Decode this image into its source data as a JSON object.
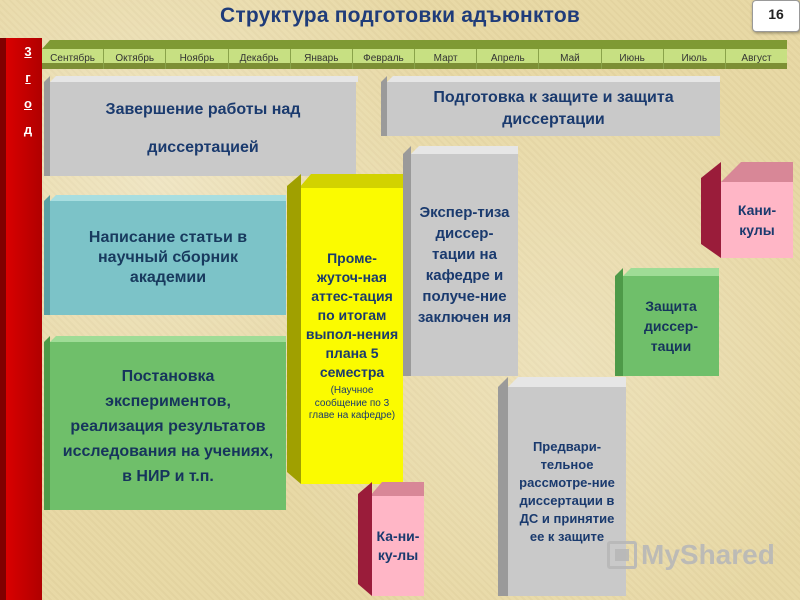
{
  "title": "Структура подготовки адъюнктов",
  "page_number": "16",
  "year_label": [
    "3",
    "г",
    "о",
    "д"
  ],
  "months": [
    "Сентябрь",
    "Октябрь",
    "Ноябрь",
    "Декабрь",
    "Январь",
    "Февраль",
    "Март",
    "Апрель",
    "Май",
    "Июнь",
    "Июль",
    "Август"
  ],
  "blocks": {
    "finish_dissertation": "Завершение работы над диссертацией",
    "defense_preparation": "Подготовка к защите и защита диссертации",
    "article": "Написание статьи в научный сборник академии",
    "experiments": "Постановка экспериментов, реализация результатов исследования на учениях, в НИР и т.п.",
    "interim_attestation": "Проме-жуточ-ная аттес-тация по итогам выпол-нения плана 5 семестра",
    "interim_attestation_note": "(Научное сообщение по 3 главе на кафедре)",
    "expertise": "Экспер-тиза диссер-тации на кафедре и получе-ние заключен ия",
    "holidays_1": "Ка-ни-ку-лы",
    "preliminary_review": "Предвари-тельное рассмотре-ние диссертации в ДС и принятие ее к защите",
    "defense": "Защита диссер-тации",
    "holidays_2": "Кани-кулы"
  },
  "watermark": "MyShared",
  "colors": {
    "title": "#1f3c7a",
    "year_bar": "#e00000",
    "months_bar": "#c7e082",
    "gray": "#c9c9c9",
    "teal": "#7cc3c8",
    "green": "#6fbf6a",
    "yellow": "#fbfb00",
    "pink": "#ffb6c6"
  }
}
